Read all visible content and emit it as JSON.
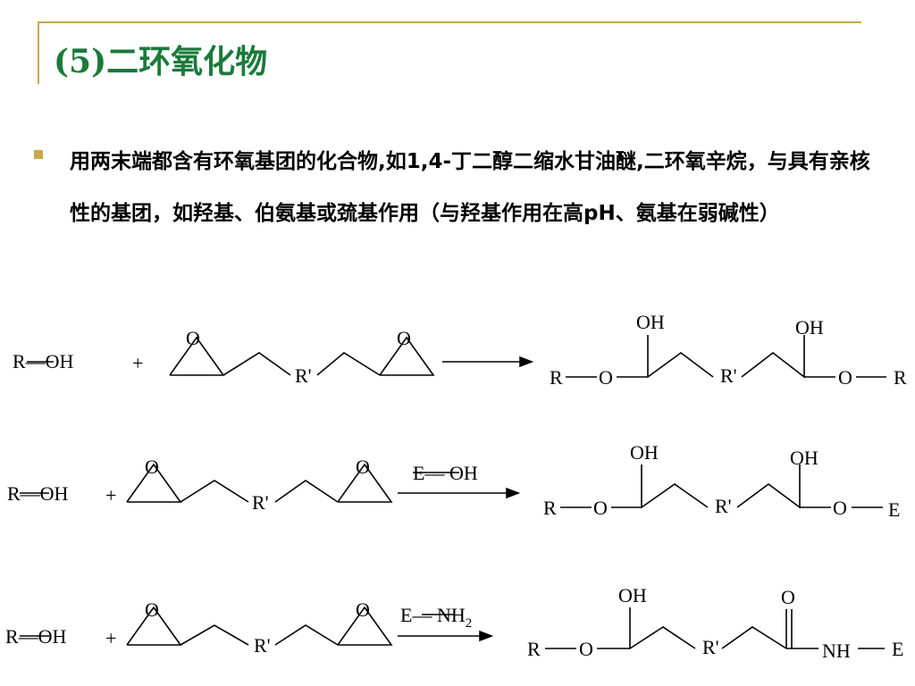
{
  "slide": {
    "title": "(5)二环氧化物",
    "bullet": "用两末端都含有环氧基团的化合物,如1,4-丁二醇二缩水甘油醚,二环氧辛烷，与具有亲核性的基团，如羟基、伯氨基或巯基作用（与羟基作用在高pH、氨基在弱碱性）"
  },
  "reactions": [
    {
      "reactant": "R—OH",
      "plus": "+",
      "linker": "R'",
      "epoxide_o": "O",
      "reagent": "",
      "product_left": "R",
      "product_o": "O",
      "product_oh": "OH",
      "product_right_o": "O",
      "product_right": "R"
    },
    {
      "reactant": "R—OH",
      "plus": "+",
      "linker": "R'",
      "epoxide_o": "O",
      "reagent": "E— OH",
      "product_left": "R",
      "product_o": "O",
      "product_oh": "OH",
      "product_right_o": "O",
      "product_right": "E"
    },
    {
      "reactant": "R—OH",
      "plus": "+",
      "linker": "R'",
      "epoxide_o": "O",
      "reagent": "E— NH",
      "reagent_sub": "2",
      "product_left": "R",
      "product_o": "O",
      "product_oh": "OH",
      "product_carbonyl_o": "O",
      "product_nh": "NH",
      "product_right": "E"
    }
  ]
}
